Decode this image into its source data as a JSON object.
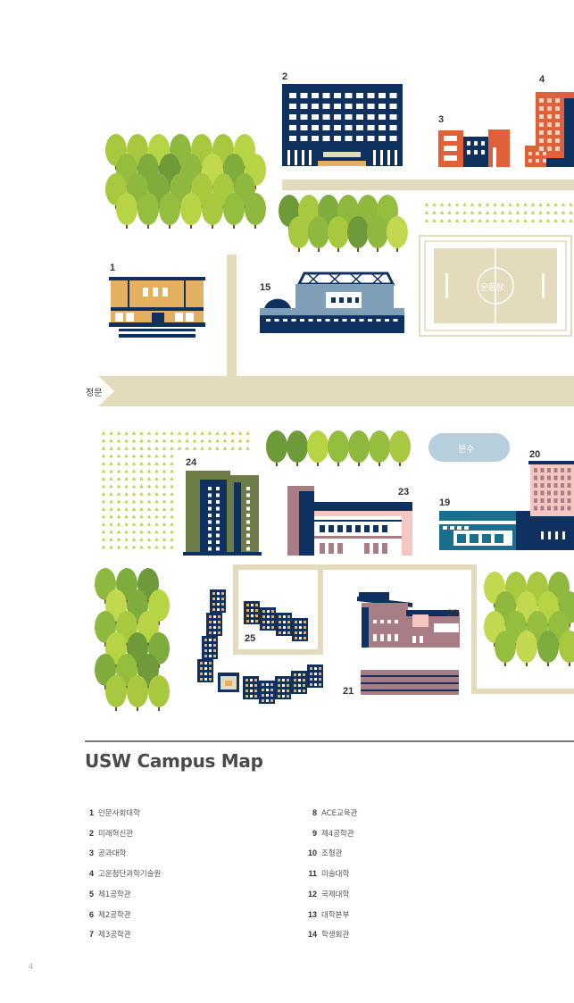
{
  "map": {
    "building_numbers": [
      "1",
      "2",
      "3",
      "4",
      "15",
      "19",
      "20",
      "21",
      "22",
      "23",
      "24",
      "25"
    ],
    "places": {
      "main_gate": "정문",
      "fountain": "분수",
      "stadium": "운동장"
    }
  },
  "legend": {
    "title": "USW Campus Map",
    "items": [
      {
        "num": "1",
        "name": "인문사회대학"
      },
      {
        "num": "2",
        "name": "미래혁신관"
      },
      {
        "num": "3",
        "name": "공과대학"
      },
      {
        "num": "4",
        "name": "고운첨단과학기술원"
      },
      {
        "num": "5",
        "name": "제1공학관"
      },
      {
        "num": "6",
        "name": "제2공학관"
      },
      {
        "num": "7",
        "name": "제3공학관"
      },
      {
        "num": "8",
        "name": "ACE교육관"
      },
      {
        "num": "9",
        "name": "제4공학관"
      },
      {
        "num": "10",
        "name": "조형관"
      },
      {
        "num": "11",
        "name": "미술대학"
      },
      {
        "num": "12",
        "name": "국제대학"
      },
      {
        "num": "13",
        "name": "대학본부"
      },
      {
        "num": "14",
        "name": "학생회관"
      }
    ]
  },
  "page_number": "4",
  "colors": {
    "navy": "#0f3160",
    "road": "#e2dcbc",
    "tree_light": "#b7d444",
    "tree_mid": "#8fb83f",
    "tree_dark": "#6f9a3a",
    "orange": "#e0603a",
    "gold": "#e3b060",
    "steel": "#7f9fb8",
    "mauve": "#a87d86",
    "pink": "#f5c7c2",
    "teal": "#1a6f8c",
    "olive": "#6e7c48",
    "fountain": "#b7cfdc"
  }
}
